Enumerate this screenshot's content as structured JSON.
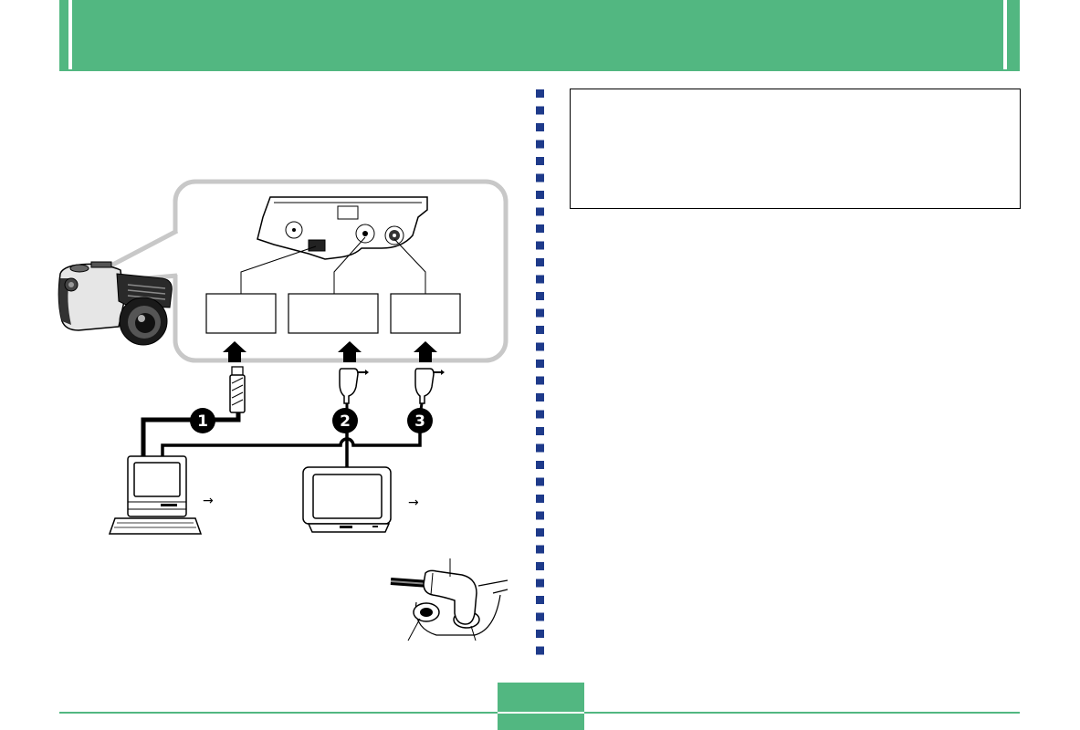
{
  "colors": {
    "header_green": "#52b781",
    "divider_blue": "#1e3a8a",
    "callout_gray": "#c8c8c8"
  },
  "diagram": {
    "camera_icon": "camera-icon",
    "steps": [
      {
        "number": "1",
        "connector_icon": "usb-plug-icon"
      },
      {
        "number": "2",
        "connector_icon": "av-plug-icon"
      },
      {
        "number": "3",
        "connector_icon": "av-plug-icon"
      }
    ],
    "computer": {
      "icon": "computer-icon",
      "arrow": "→"
    },
    "tv": {
      "icon": "tv-icon",
      "arrow": "→"
    }
  }
}
